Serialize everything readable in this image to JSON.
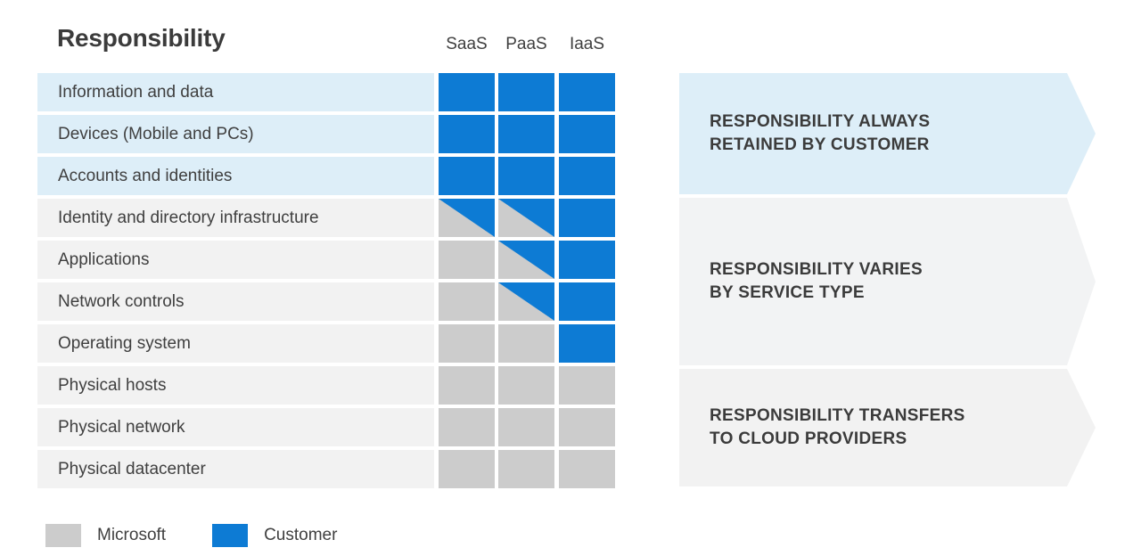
{
  "page_title": "Responsibility",
  "columns": [
    "SaaS",
    "PaaS",
    "IaaS"
  ],
  "colors": {
    "customer_blue": "#0d7bd4",
    "microsoft_gray": "#cccccc",
    "row_tint_blue": "#ddeef8",
    "row_tint_gray": "#f2f2f2",
    "text": "#3f3f3f"
  },
  "rows": [
    {
      "label": "Information and data",
      "tint": "blue",
      "cells": [
        "blue",
        "blue",
        "blue"
      ]
    },
    {
      "label": "Devices (Mobile and PCs)",
      "tint": "blue",
      "cells": [
        "blue",
        "blue",
        "blue"
      ]
    },
    {
      "label": "Accounts and identities",
      "tint": "blue",
      "cells": [
        "blue",
        "blue",
        "blue"
      ]
    },
    {
      "label": "Identity and directory infrastructure",
      "tint": "gray",
      "cells": [
        "diag",
        "diag",
        "blue"
      ]
    },
    {
      "label": "Applications",
      "tint": "gray",
      "cells": [
        "gray",
        "diag",
        "blue"
      ]
    },
    {
      "label": "Network controls",
      "tint": "gray",
      "cells": [
        "gray",
        "diag",
        "blue"
      ]
    },
    {
      "label": "Operating system",
      "tint": "gray",
      "cells": [
        "gray",
        "gray",
        "blue"
      ]
    },
    {
      "label": "Physical hosts",
      "tint": "gray",
      "cells": [
        "gray",
        "gray",
        "gray"
      ]
    },
    {
      "label": "Physical network",
      "tint": "gray",
      "cells": [
        "gray",
        "gray",
        "gray"
      ]
    },
    {
      "label": "Physical datacenter",
      "tint": "gray",
      "cells": [
        "gray",
        "gray",
        "gray"
      ]
    }
  ],
  "banners": [
    {
      "id": "retained",
      "text": "RESPONSIBILITY ALWAYS\nRETAINED BY CUSTOMER",
      "color": "#ddeef8"
    },
    {
      "id": "varies",
      "text": "RESPONSIBILITY VARIES\nBY SERVICE TYPE",
      "color": "#f2f3f4"
    },
    {
      "id": "transfers",
      "text": "RESPONSIBILITY TRANSFERS\nTO CLOUD PROVIDERS",
      "color": "#f2f2f2"
    }
  ],
  "legend": [
    {
      "label": "Microsoft",
      "swatch": "gray",
      "color": "#cccccc"
    },
    {
      "label": "Customer",
      "swatch": "blue",
      "color": "#0d7bd4"
    }
  ]
}
